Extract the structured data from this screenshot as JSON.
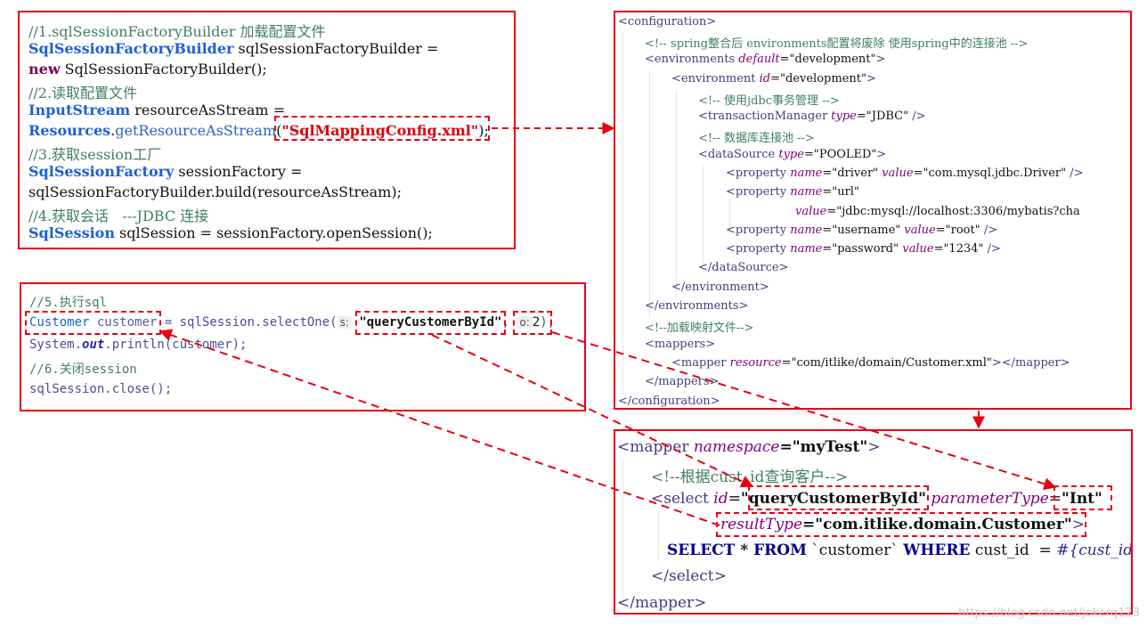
{
  "box1": {
    "l1": "//1.sqlSessionFactoryBuilder 加载配置文件",
    "l2_type": "SqlSessionFactoryBuilder",
    "l2_rest": " sqlSessionFactoryBuilder =",
    "l3_kw": "new",
    "l3_rest": " SqlSessionFactoryBuilder();",
    "l4": "//2.读取配置文件",
    "l5_type": "InputStream",
    "l5_rest": " resourceAsStream =",
    "l6_type": "Resources",
    "l6_dot": ".",
    "l6_method": "getResourceAsStream",
    "l6_open": "(",
    "l6_str": "\"SqlMappingConfig.xml\"",
    "l6_close": ");",
    "l7": "//3.获取session工厂",
    "l8_type": "SqlSessionFactory",
    "l8_rest": " sessionFactory =",
    "l9": "sqlSessionFactoryBuilder.build(resourceAsStream);",
    "l10": "//4.获取会话   ---JDBC 连接",
    "l11_type": "SqlSession",
    "l11_rest": " sqlSession = sessionFactory.openSession();"
  },
  "box2": {
    "l1": "//5.执行sql",
    "l2_type": "Customer",
    "l2_var": " customer",
    "l2_mid": " = sqlSession.selectOne(",
    "l2_hint1": "s:",
    "l2_str": "\"queryCustomerById\"",
    "l2_comma": ",",
    "l2_hint2": "o:",
    "l2_num": "2",
    "l2_end": ");",
    "l3_a": "System.",
    "l3_b": "out",
    "l3_c": ".println(customer);",
    "l4": "//6.关闭session",
    "l5": "sqlSession.close();"
  },
  "config": {
    "c1": "<configuration>",
    "c2": "<!-- spring整合后 environments配置将废除 使用spring中的连接池 -->",
    "c3_tag": "<environments",
    "c3_attr": " default",
    "c3_val": "=\"development\"",
    "c3_end": ">",
    "c4_tag": "<environment",
    "c4_attr": " id",
    "c4_val": "=\"development\"",
    "c4_end": ">",
    "c5": "<!-- 使用jdbc事务管理 -->",
    "c6_tag": "<transactionManager",
    "c6_attr": " type",
    "c6_val": "=\"JDBC\"",
    "c6_end": " />",
    "c7": "<!-- 数据库连接池 -->",
    "c8_tag": "<dataSource",
    "c8_attr": " type",
    "c8_val": "=\"POOLED\"",
    "c8_end": ">",
    "c9_tag": "<property",
    "c9_a1": " name",
    "c9_v1": "=\"driver\"",
    "c9_a2": " value",
    "c9_v2": "=\"com.mysql.jdbc.Driver\"",
    "c9_end": " />",
    "c10_tag": "<property",
    "c10_a1": " name",
    "c10_v1": "=\"url\"",
    "c11_a": "value",
    "c11_v": "=\"jdbc:mysql://localhost:3306/mybatis?cha",
    "c12_tag": "<property",
    "c12_a1": " name",
    "c12_v1": "=\"username\"",
    "c12_a2": " value",
    "c12_v2": "=\"root\"",
    "c12_end": " />",
    "c13_tag": "<property",
    "c13_a1": " name",
    "c13_v1": "=\"password\"",
    "c13_a2": " value",
    "c13_v2": "=\"1234\"",
    "c13_end": " />",
    "c14": "</dataSource>",
    "c15": "</environment>",
    "c16": "</environments>",
    "c17": "<!--加载映射文件-->",
    "c18": "<mappers>",
    "c19_tag": "<mapper",
    "c19_attr": " resource",
    "c19_val": "=\"com/itlike/domain/Customer.xml\"",
    "c19_end": "></mapper>",
    "c20": "</mappers>",
    "c21": "</configuration>"
  },
  "mapper": {
    "m1_tag": "<mapper",
    "m1_attr": " namespace",
    "m1_val": "=\"myTest\"",
    "m1_end": ">",
    "m2": "<!--根据cust_id查询客户-->",
    "m3_tag": "<select",
    "m3_attr1": " id",
    "m3_eq": "=",
    "m3_val1": "\"queryCustomerById\"",
    "m3_attr2": " parameterType",
    "m3_eq2": "=",
    "m3_val2": "\"Int\"",
    "m4_attr": "resultType",
    "m4_val": "=\"com.itlike.domain.Customer\"",
    "m4_end": ">",
    "m5_kw1": "SELECT",
    "m5_star": " * ",
    "m5_kw2": "FROM",
    "m5_tbl": " `customer` ",
    "m5_kw3": "WHERE",
    "m5_col": " cust_id  = ",
    "m5_ph": "#{cust_id}",
    "m6": "</select>",
    "m7": "</mapper>"
  },
  "watermark": "https://blog.csdn.net/jokerq123",
  "colors": {
    "accent": "#e60012",
    "type": "#1e5fd7",
    "comment": "#3f7f5f",
    "keyword": "#7f0055"
  }
}
